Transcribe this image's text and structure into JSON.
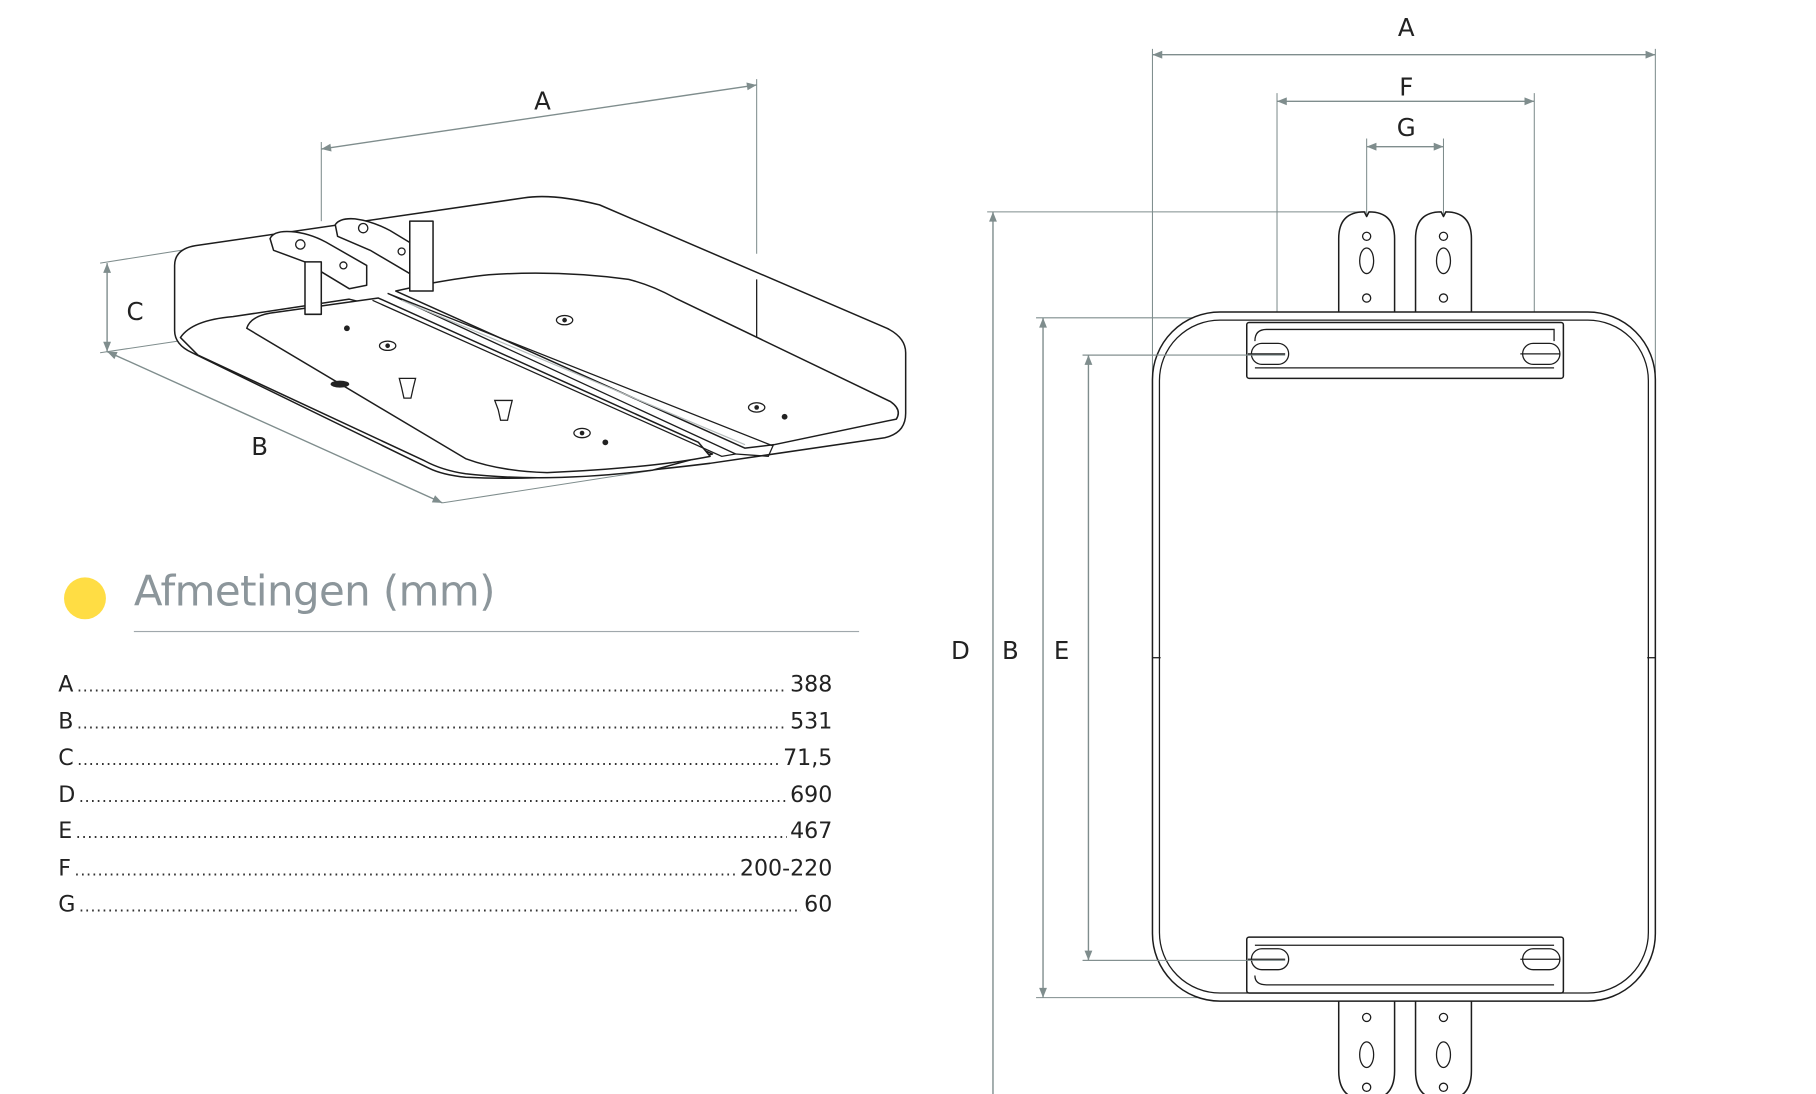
{
  "heading": {
    "title": "Afmetingen (mm)",
    "bullet_color": "#ffdd44"
  },
  "dimensions": [
    {
      "key": "A",
      "value": "388"
    },
    {
      "key": "B",
      "value": "531"
    },
    {
      "key": "C",
      "value": "71,5"
    },
    {
      "key": "D",
      "value": "690"
    },
    {
      "key": "E",
      "value": "467"
    },
    {
      "key": "F",
      "value": "200-220"
    },
    {
      "key": "G",
      "value": "60"
    }
  ],
  "iso_view": {
    "labels": {
      "a": "A",
      "b": "B",
      "c": "C"
    }
  },
  "top_view": {
    "labels": {
      "a": "A",
      "f": "F",
      "g": "G",
      "d": "D",
      "b": "B",
      "e": "E"
    }
  }
}
